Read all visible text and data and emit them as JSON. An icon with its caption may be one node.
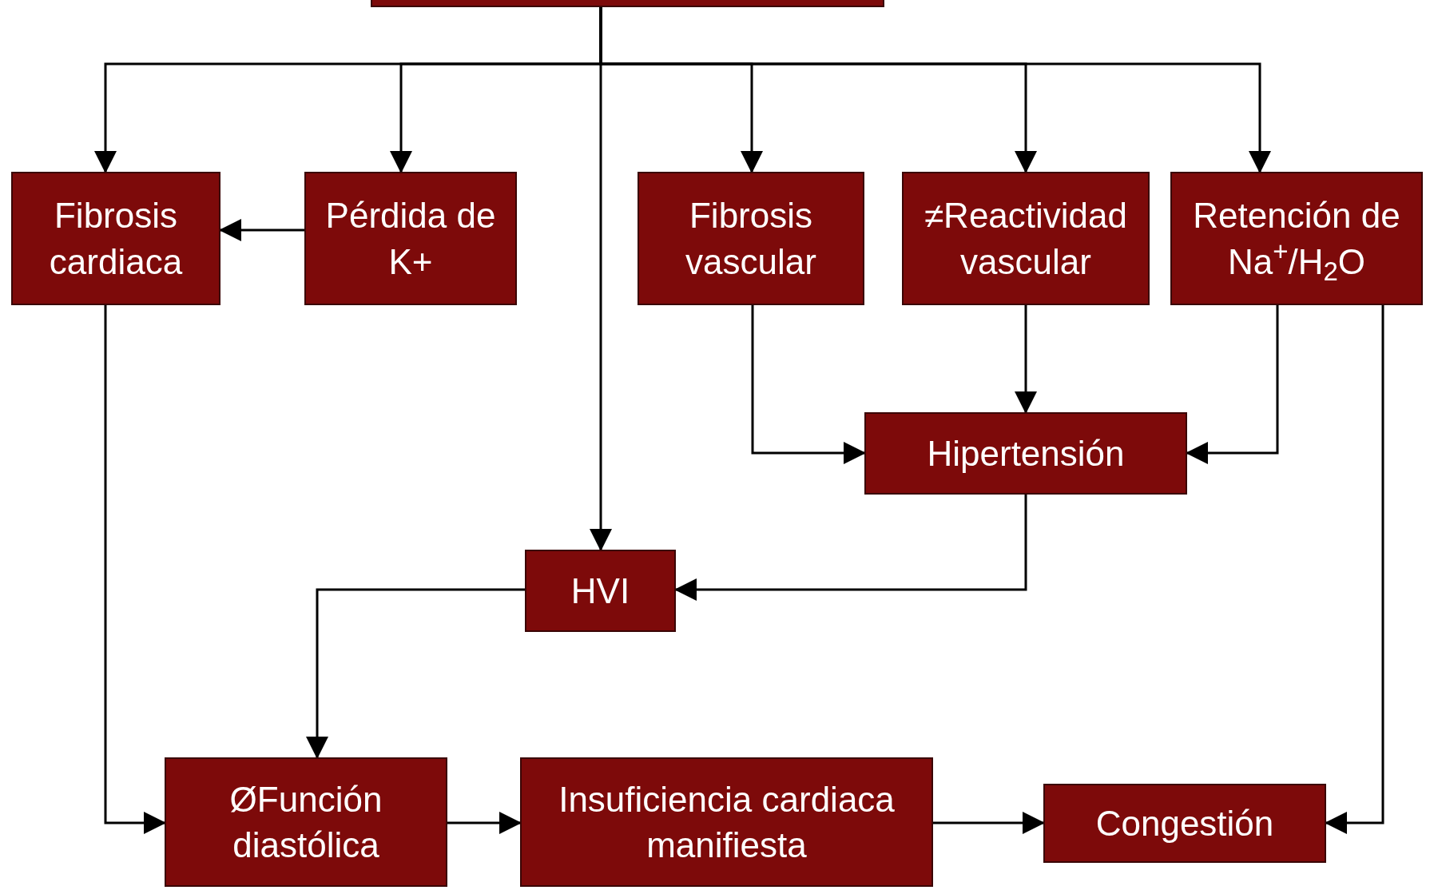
{
  "diagram": {
    "nodes": [
      {
        "text": [],
        "shape": "box"
      },
      {
        "text": [
          "Fibrosis cardiaca"
        ]
      },
      {
        "text": [
          "Pérdida de K+"
        ]
      },
      {
        "text": [
          "Fibrosis vascular"
        ]
      },
      {
        "text": [
          "≠Reactividad vascular"
        ]
      },
      {
        "text": [
          "Retención de Na$^{+}$/H$_{2}$O"
        ]
      },
      {
        "text": [
          "Hipertensión"
        ]
      },
      {
        "text": [
          "HVI"
        ]
      },
      {
        "text": [
          "ØFunción diastólica"
        ]
      },
      {
        "text": [
          "Insuficiencia cardiaca manifiesta"
        ]
      },
      {
        "text": [
          "Congestión"
        ]
      }
    ],
    "edges": [
      {
        "from": 0,
        "to": 1,
        "arrow": "to"
      },
      {
        "from": 0,
        "to": 2,
        "arrow": "to"
      },
      {
        "from": 0,
        "to": 3,
        "arrow": "to"
      },
      {
        "from": 0,
        "to": 4,
        "arrow": "to"
      },
      {
        "from": 0,
        "to": 5,
        "arrow": "to"
      },
      {
        "from": 0,
        "to": 7,
        "arrow": "to"
      },
      {
        "from": 2,
        "to": 1,
        "arrow": "to"
      },
      {
        "from": 1,
        "to": 8,
        "arrow": "to"
      },
      {
        "from": 3,
        "to": 6,
        "arrow": "to"
      },
      {
        "from": 4,
        "to": 6,
        "arrow": "to"
      },
      {
        "from": 5,
        "to": 6,
        "arrow": "to"
      },
      {
        "from": 5,
        "to": 10,
        "arrow": "to"
      },
      {
        "from": 6,
        "to": 7,
        "arrow": "to"
      },
      {
        "from": 7,
        "to": 8,
        "arrow": "to"
      },
      {
        "from": 8,
        "to": 9,
        "arrow": "to"
      },
      {
        "from": 9,
        "to": 10,
        "arrow": "to"
      }
    ]
  }
}
